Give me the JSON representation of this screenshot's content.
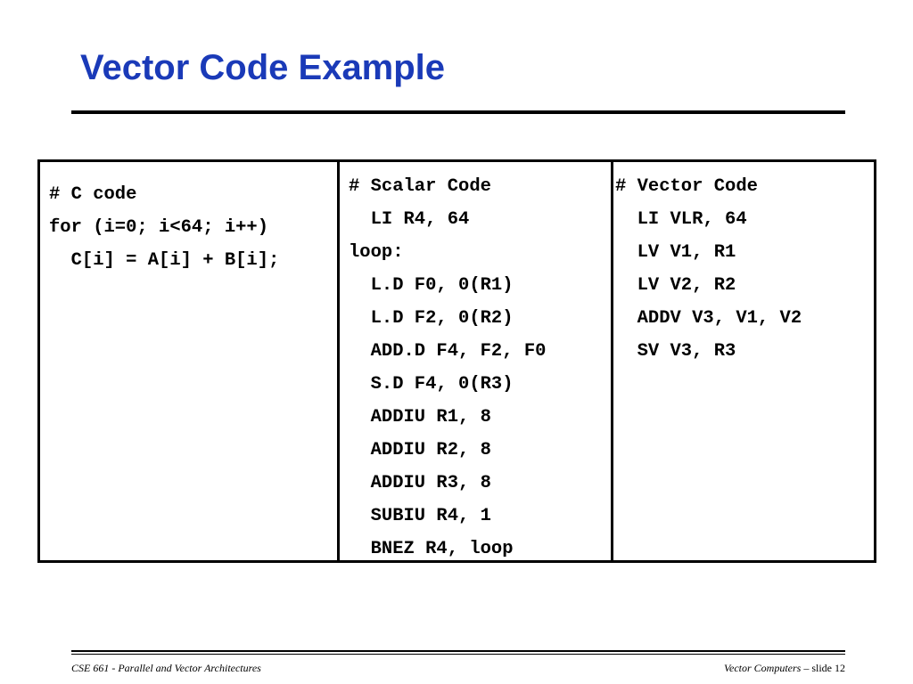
{
  "slide": {
    "title": "Vector Code Example"
  },
  "columns": {
    "c_code": [
      "# C code",
      "for (i=0; i<64; i++)",
      "  C[i] = A[i] + B[i];"
    ],
    "scalar_code": [
      "# Scalar Code",
      "  LI R4, 64",
      "loop:",
      "  L.D F0, 0(R1)",
      "  L.D F2, 0(R2)",
      "  ADD.D F4, F2, F0",
      "  S.D F4, 0(R3)",
      "  ADDIU R1, 8",
      "  ADDIU R2, 8",
      "  ADDIU R3, 8",
      "  SUBIU R4, 1",
      "  BNEZ R4, loop"
    ],
    "vector_code": [
      "# Vector Code",
      "  LI VLR, 64",
      "  LV V1, R1",
      "  LV V2, R2",
      "  ADDV V3, V1, V2",
      "  SV V3, R3"
    ]
  },
  "footer": {
    "left": "CSE 661 - Parallel and Vector Architectures",
    "right_topic": "Vector Computers – ",
    "right_slide": "slide 12"
  }
}
